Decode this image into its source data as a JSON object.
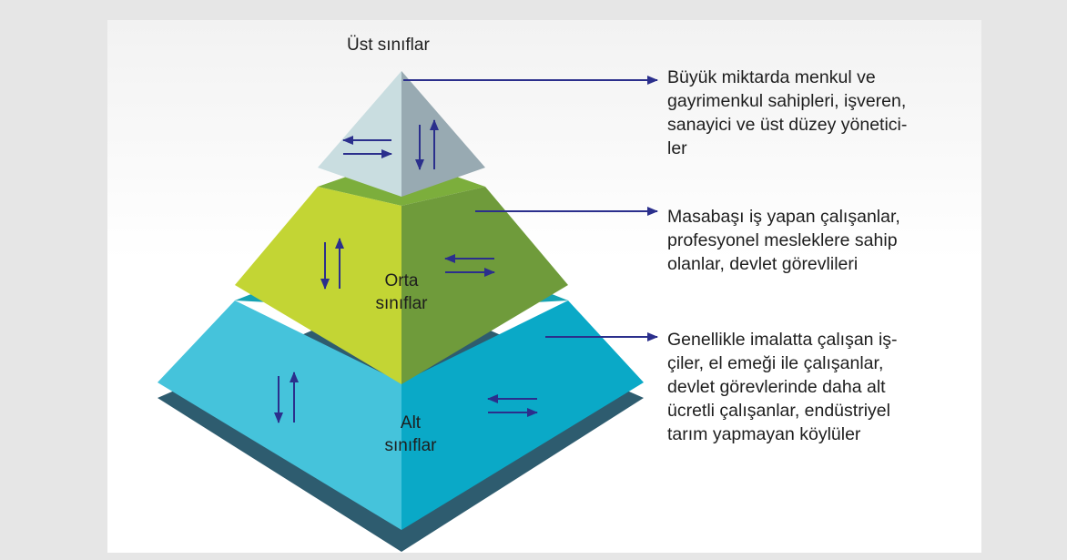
{
  "tiers": {
    "upper": {
      "label": "Üst sınıflar",
      "description": [
        "Büyük miktarda menkul ve",
        "gayrimenkul sahipleri, işveren,",
        "sanayici ve üst düzey yönetici-",
        "ler"
      ]
    },
    "middle": {
      "label_line1": "Orta",
      "label_line2": "sınıflar",
      "description": [
        "Masabaşı iş yapan çalışanlar,",
        "profesyonel mesleklere sahip",
        "olanlar, devlet görevlileri"
      ]
    },
    "lower": {
      "label_line1": "Alt",
      "label_line2": "sınıflar",
      "description": [
        "Genellikle imalatta çalışan iş-",
        "çiler, el emeği ile çalışanlar,",
        "devlet görevlerinde daha alt",
        "ücretli çalışanlar, endüstriyel",
        "tarım yapmayan köylüler"
      ]
    }
  },
  "colors": {
    "page_bg": "#e6e6e6",
    "arrow": "#2b2f8c",
    "top_left_face": "#c9dde0",
    "top_right_face": "#98aab2",
    "mid_left_face": "#c3d534",
    "mid_right_face": "#6f9b3b",
    "mid_top_rim": "#7cae3c",
    "low_left_face": "#45c3db",
    "low_right_face": "#0aa9c7",
    "low_top_rim": "#16a3b3",
    "base": "#2e5c6f"
  }
}
